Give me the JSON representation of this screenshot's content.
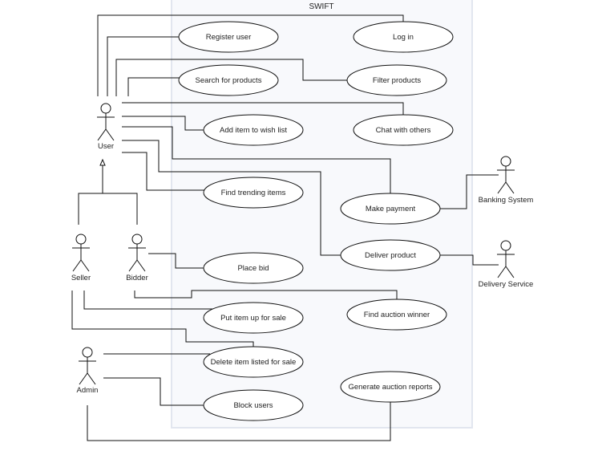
{
  "system": {
    "title": "SWIFT"
  },
  "use_cases": {
    "register": "Register user",
    "login": "Log in",
    "search": "Search for products",
    "filter": "Filter products",
    "wishlist": "Add item to wish list",
    "chat": "Chat with others",
    "trending": "Find trending items",
    "payment": "Make payment",
    "deliver": "Deliver product",
    "bid": "Place bid",
    "winner": "Find auction winner",
    "sale": "Put item up for sale",
    "delete": "Delete item listed for sale",
    "reports": "Generate auction reports",
    "block": "Block users"
  },
  "actors": {
    "user": "User",
    "seller": "Seller",
    "bidder": "Bidder",
    "admin": "Admin",
    "bank": "Banking System",
    "delivery": "Delivery Service"
  },
  "colors": {
    "system_fill": "#f8f9fc",
    "system_border": "#e2e6ef",
    "line": "#111111"
  }
}
